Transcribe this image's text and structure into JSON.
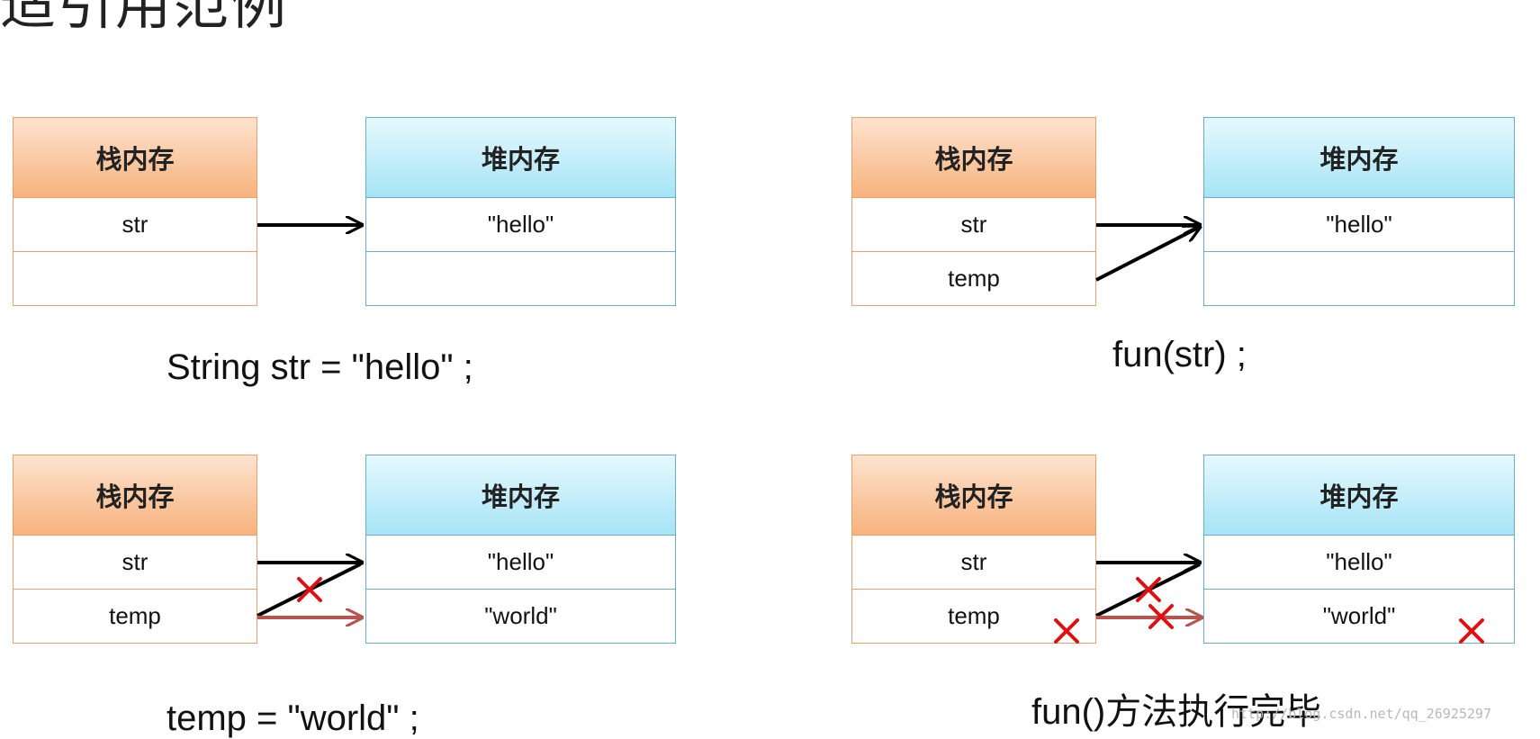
{
  "page_title_fragment": "适引用范例",
  "labels": {
    "stack": "栈内存",
    "heap": "堆内存"
  },
  "panels": [
    {
      "stack_cells": [
        "str",
        ""
      ],
      "heap_cells": [
        "\"hello\"",
        ""
      ],
      "caption": "String str = \"hello\" ;"
    },
    {
      "stack_cells": [
        "str",
        "temp"
      ],
      "heap_cells": [
        "\"hello\"",
        ""
      ],
      "caption": "fun(str) ;"
    },
    {
      "stack_cells": [
        "str",
        "temp"
      ],
      "heap_cells": [
        "\"hello\"",
        "\"world\""
      ],
      "caption": "temp = \"world\" ;"
    },
    {
      "stack_cells": [
        "str",
        "temp"
      ],
      "heap_cells": [
        "\"hello\"",
        "\"world\""
      ],
      "caption": "fun()方法执行完毕"
    }
  ],
  "watermark": "http://blog.csdn.net/qq_26925297",
  "colors": {
    "arrow": "#000000",
    "reassigned_arrow": "#b85450",
    "cross": "#dd1111"
  }
}
